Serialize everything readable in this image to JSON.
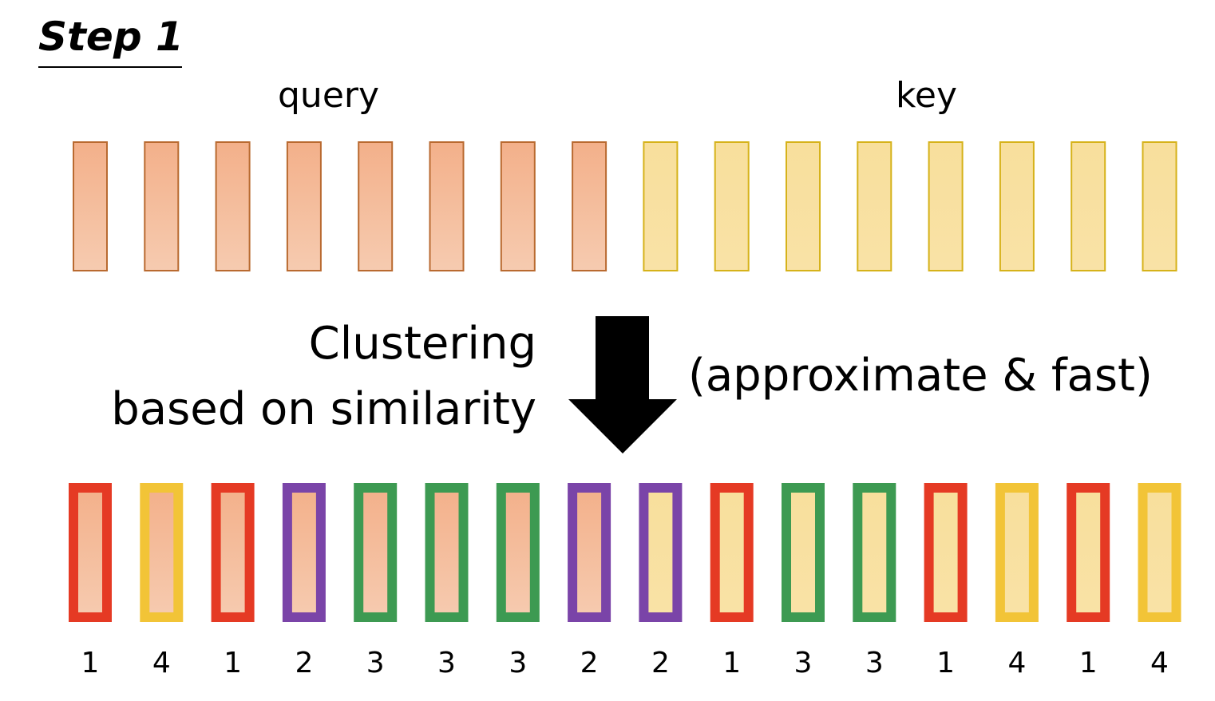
{
  "step_title": "Step 1",
  "labels": {
    "query": "query",
    "key": "key"
  },
  "clustering_line1": "Clustering",
  "clustering_line2": "based on similarity",
  "approx_note": "(approximate & fast)",
  "arrow_icon": "down-arrow-icon",
  "colors": {
    "query_fill": "#f4b894",
    "query_stroke": "#b96a30",
    "key_fill": "#f8de97",
    "key_stroke": "#d6b21a",
    "clusters": {
      "1": "#e53a24",
      "2": "#7a44a8",
      "3": "#3d9a52",
      "4": "#f2c437"
    }
  },
  "tokens": [
    {
      "type": "query",
      "cluster": "1"
    },
    {
      "type": "query",
      "cluster": "4"
    },
    {
      "type": "query",
      "cluster": "1"
    },
    {
      "type": "query",
      "cluster": "2"
    },
    {
      "type": "query",
      "cluster": "3"
    },
    {
      "type": "query",
      "cluster": "3"
    },
    {
      "type": "query",
      "cluster": "3"
    },
    {
      "type": "query",
      "cluster": "2"
    },
    {
      "type": "key",
      "cluster": "2"
    },
    {
      "type": "key",
      "cluster": "1"
    },
    {
      "type": "key",
      "cluster": "3"
    },
    {
      "type": "key",
      "cluster": "3"
    },
    {
      "type": "key",
      "cluster": "1"
    },
    {
      "type": "key",
      "cluster": "4"
    },
    {
      "type": "key",
      "cluster": "1"
    },
    {
      "type": "key",
      "cluster": "4"
    }
  ]
}
